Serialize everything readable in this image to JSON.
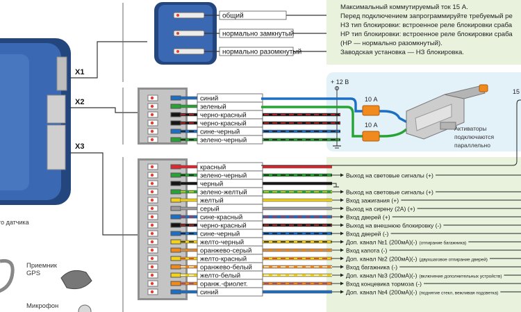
{
  "colors": {
    "box_blue": "#3a68b3",
    "box_blue_dark": "#24467f",
    "panel_green": "#e8f2dd",
    "panel_blue": "#e3f1f8",
    "connector_grey": "#bcbcbc",
    "pin_red": "#e53b30"
  },
  "unit": {
    "partial_label": "го датчика"
  },
  "ports": {
    "x1": "X1",
    "x2": "X2",
    "x3": "X3"
  },
  "relay": {
    "labels": [
      "общий",
      "нормально замкнутый",
      "нормально разомкнутый"
    ]
  },
  "relay_notes": {
    "lines": [
      "Максимальный коммутируемый ток 15 А.",
      "Перед подключением запрограммируйте требуемый ре",
      "НЗ тип блокировки: встроенное реле блокировки сраба",
      "НР тип блокировки: встроенное реле блокировки сраба",
      "(НР — нормально разомкнутый).",
      "Заводская установка — НЗ блокировка."
    ]
  },
  "x2": {
    "wires": [
      {
        "name": "синий",
        "colors": [
          "#1c6fc4"
        ]
      },
      {
        "name": "зеленый",
        "colors": [
          "#27a335"
        ]
      },
      {
        "name": "черно-красный",
        "colors": [
          "#151515",
          "#e0262d"
        ]
      },
      {
        "name": "черно-красный",
        "colors": [
          "#151515",
          "#e0262d"
        ]
      },
      {
        "name": "сине-черный",
        "colors": [
          "#1c6fc4",
          "#151515"
        ]
      },
      {
        "name": "зелено-черный",
        "colors": [
          "#27a335",
          "#151515"
        ]
      }
    ]
  },
  "actuator": {
    "voltage": "+ 12 В",
    "fuse1": "10 А",
    "fuse2": "10 А",
    "caption_line1": "Активаторы",
    "caption_line2": "подключаются",
    "caption_line3": "параллельно",
    "edge_label": "15"
  },
  "x3": {
    "wires": [
      {
        "name": "красный",
        "colors": [
          "#e0262d"
        ],
        "desc": "",
        "note": ""
      },
      {
        "name": "зелено-черный",
        "colors": [
          "#27a335",
          "#151515"
        ],
        "desc": "Выход на световые сигналы (+)",
        "note": ""
      },
      {
        "name": "черный",
        "colors": [
          "#151515"
        ],
        "desc": "",
        "note": ""
      },
      {
        "name": "зелено-желтый",
        "colors": [
          "#27a335",
          "#f2d21b"
        ],
        "desc": "Выход на световые сигналы (+)",
        "note": ""
      },
      {
        "name": "желтый",
        "colors": [
          "#f2d21b"
        ],
        "desc": "Вход зажигания (+)",
        "note": ""
      },
      {
        "name": "серый",
        "colors": [
          "#9c9c9c"
        ],
        "desc": "Выход на сирену (2А) (+)",
        "note": ""
      },
      {
        "name": "сине-красный",
        "colors": [
          "#1c6fc4",
          "#e0262d"
        ],
        "desc": "Вход дверей (+)",
        "note": ""
      },
      {
        "name": "черно-красный",
        "colors": [
          "#151515",
          "#e0262d"
        ],
        "desc": "Выход на  внешнюю блокировку (-)",
        "note": ""
      },
      {
        "name": "сине-черный",
        "colors": [
          "#1c6fc4",
          "#151515"
        ],
        "desc": "Вход дверей (-)",
        "note": ""
      },
      {
        "name": "желто-черный",
        "colors": [
          "#f2d21b",
          "#151515"
        ],
        "desc": "Доп. канал №1 (200мА)(-)",
        "note": "(отпирание багажника)"
      },
      {
        "name": "оранжево-серый",
        "colors": [
          "#f08a1c",
          "#9c9c9c"
        ],
        "desc": "Вход капота (-)",
        "note": ""
      },
      {
        "name": "желто-красный",
        "colors": [
          "#f2d21b",
          "#e0262d"
        ],
        "desc": "Доп. канал №2 (200мА)(-)",
        "note": "(двухшаговое отпирание дверей)"
      },
      {
        "name": "оранжево-белый",
        "colors": [
          "#f08a1c",
          "#ffffff"
        ],
        "desc": "Вход багажника (-)",
        "note": ""
      },
      {
        "name": "желто-белый",
        "colors": [
          "#f2d21b",
          "#ffffff"
        ],
        "desc": "Доп. канал №3 (200мА)(-)",
        "note": "(включение дополнительных устройств)"
      },
      {
        "name": "оранж.-фиолет.",
        "colors": [
          "#f08a1c",
          "#7b3fa8"
        ],
        "desc": "Вход концевика тормоза (-)",
        "note": ""
      },
      {
        "name": "синий",
        "colors": [
          "#1c6fc4"
        ],
        "desc": "Доп. канал №4 (200мА)(-)",
        "note": "(поднятие стекл, вежливая подсветка)"
      }
    ]
  },
  "accessories": {
    "gps_line1": "Приемник",
    "gps_line2": "GPS",
    "mic": "Микрофон"
  }
}
